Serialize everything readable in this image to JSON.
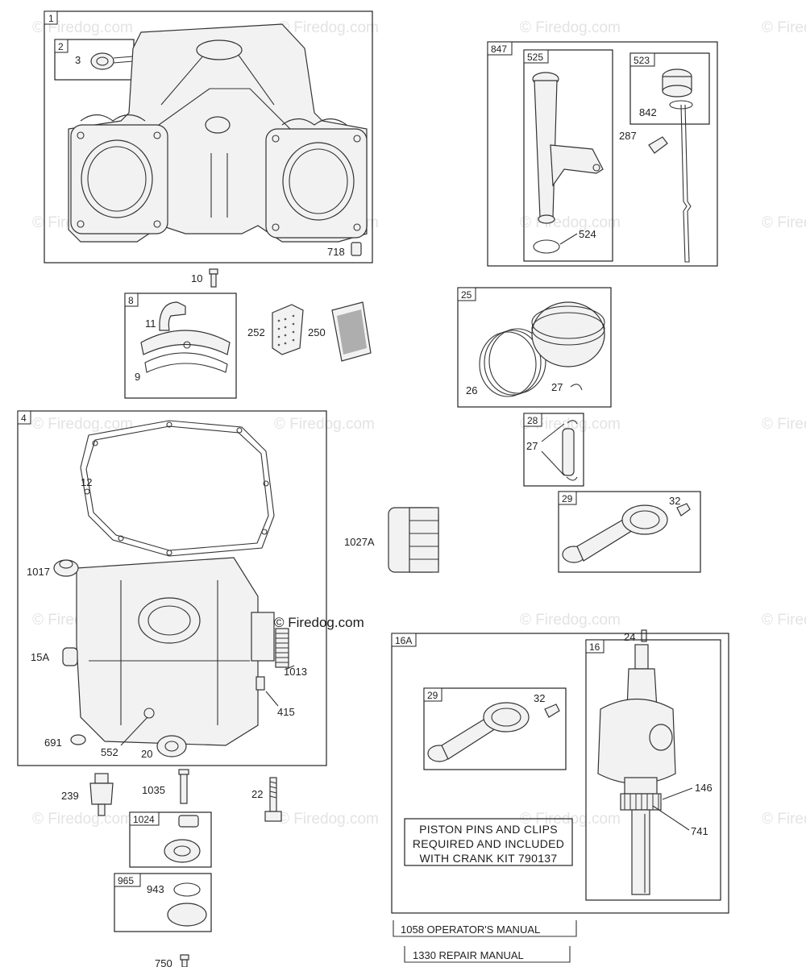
{
  "watermark": {
    "text": "© Firedog.com",
    "center_text": "© Firedog.com"
  },
  "groups": {
    "g1": "1",
    "g2": "2",
    "g847": "847",
    "g525": "525",
    "g523": "523",
    "g8": "8",
    "g25": "25",
    "g4": "4",
    "g28": "28",
    "g29a": "29",
    "g16A": "16A",
    "g29b": "29",
    "g16": "16",
    "g1024": "1024",
    "g965": "965"
  },
  "parts": {
    "p3": "3",
    "p718": "718",
    "p10": "10",
    "p842": "842",
    "p287": "287",
    "p524": "524",
    "p11": "11",
    "p9": "9",
    "p252": "252",
    "p250": "250",
    "p26": "26",
    "p27a": "27",
    "p12": "12",
    "p1017": "1017",
    "p15A": "15A",
    "p691": "691",
    "p552": "552",
    "p20": "20",
    "p1013": "1013",
    "p415": "415",
    "p1027A": "1027A",
    "p27b": "27",
    "p32a": "32",
    "p24": "24",
    "p32b": "32",
    "p146": "146",
    "p741": "741",
    "p239": "239",
    "p1035": "1035",
    "p22": "22",
    "p943": "943",
    "p750": "750"
  },
  "note": {
    "line1": "PISTON PINS AND CLIPS",
    "line2": "REQUIRED AND INCLUDED",
    "line3": "WITH CRANK KIT 790137"
  },
  "manuals": {
    "operators": "1058 OPERATOR'S MANUAL",
    "repair": "1330 REPAIR MANUAL"
  }
}
